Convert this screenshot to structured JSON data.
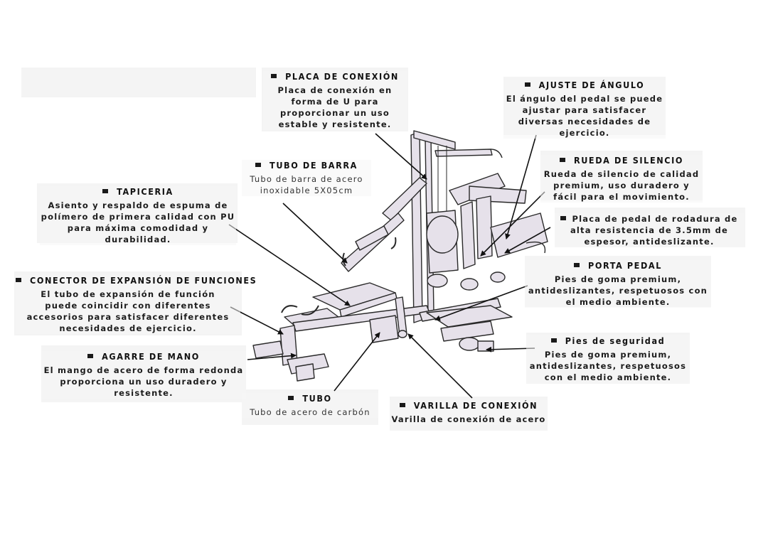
{
  "callouts": [
    {
      "id": "placa-conexion",
      "title": "PLACA DE CONEXIÓN",
      "lines": [
        "Placa de conexión en",
        "forma de U para",
        "proporcionar un uso",
        "estable y resistente."
      ]
    },
    {
      "id": "ajuste-angulo",
      "title": "AJUSTE DE ÁNGULO",
      "lines": [
        "El ángulo del pedal se puede",
        "ajustar para satisfacer",
        "diversas necesidades de",
        "ejercicio."
      ]
    },
    {
      "id": "tubo-barra",
      "title": "TUBO DE BARRA",
      "lines": [
        "Tubo de barra de acero",
        "inoxidable 5X05cm"
      ]
    },
    {
      "id": "rueda-silencio",
      "title": "RUEDA DE SILENCIO",
      "lines": [
        "Rueda de silencio de calidad",
        "premium, uso duradero y",
        "fácil para el movimiento."
      ]
    },
    {
      "id": "tapiceria",
      "title": "TAPICERIA",
      "lines": [
        "Asiento y respaldo de espuma de",
        "polímero de primera calidad con PU",
        "para máxima comodidad y",
        "durabilidad."
      ]
    },
    {
      "id": "placa-pedal",
      "title": "",
      "lines": [
        "Placa de pedal de rodadura de",
        "alta resistencia de 3.5mm de",
        "espesor, antideslizante."
      ]
    },
    {
      "id": "porta-pedal",
      "title": "PORTA PEDAL",
      "lines": [
        "Pies de goma premium,",
        "antideslizantes, respetuosos con",
        "el medio ambiente."
      ]
    },
    {
      "id": "conector-expansion",
      "title": "CONECTOR DE EXPANSIÓN DE FUNCIONES",
      "lines": [
        "El tubo de expansión de función",
        "puede coincidir con diferentes",
        "accesorios para satisfacer diferentes",
        "necesidades de ejercicio."
      ]
    },
    {
      "id": "pies-seguridad",
      "title": "Pies de seguridad",
      "lines": [
        "Pies de goma premium,",
        "antideslizantes, respetuosos",
        "con el medio ambiente."
      ]
    },
    {
      "id": "agarre-mano",
      "title": "AGARRE DE MANO",
      "lines": [
        "El mango de acero de forma redonda",
        "proporciona un uso duradero y",
        "resistente."
      ]
    },
    {
      "id": "tubo",
      "title": "TUBO",
      "lines": [
        "Tubo de acero de carbón"
      ]
    },
    {
      "id": "varilla-conexion",
      "title": "VARILLA DE CONEXIÓN",
      "lines": [
        "Varilla de conexión de acero"
      ]
    }
  ],
  "colors": {
    "frame_fill": "#e6e1ea",
    "frame_stroke": "#2a2a2a",
    "text": "#1c1c1c",
    "arrow": "#111111"
  }
}
